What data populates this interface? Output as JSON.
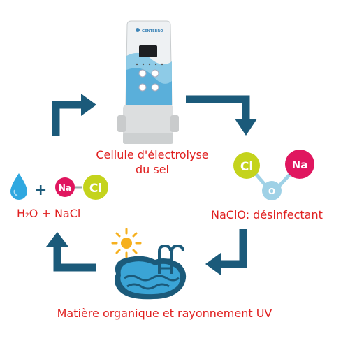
{
  "device": {
    "brand_text": "GENTEBRO"
  },
  "labels": {
    "cell_line1": "Cellule d'électrolyse",
    "cell_line2": "du sel",
    "h2o_nacl_h": "H",
    "h2o_nacl_sub": "2",
    "h2o_nacl_rest": "O + NaCl",
    "naclo": "NaClO: désinfectant",
    "bottom": "Matière organique et rayonnement UV"
  },
  "molecules": {
    "plus_sign": "+",
    "na_left": "Na",
    "cl_left": "Cl",
    "cl_right": "Cl",
    "na_right": "Na",
    "o_right": "O"
  },
  "colors": {
    "arrow": "#1b5a7a",
    "label_red": "#e02020",
    "na_magenta": "#e0165f",
    "cl_yellow_green": "#c4d31c",
    "o_light_blue": "#9fd1e6",
    "water_blue": "#2fa8e0",
    "pool_blue": "#3aa4d6",
    "sun_yellow": "#f6b01e"
  },
  "icons": [
    "water-drop-icon",
    "sun-icon",
    "pool-icon",
    "arrow-icon"
  ]
}
